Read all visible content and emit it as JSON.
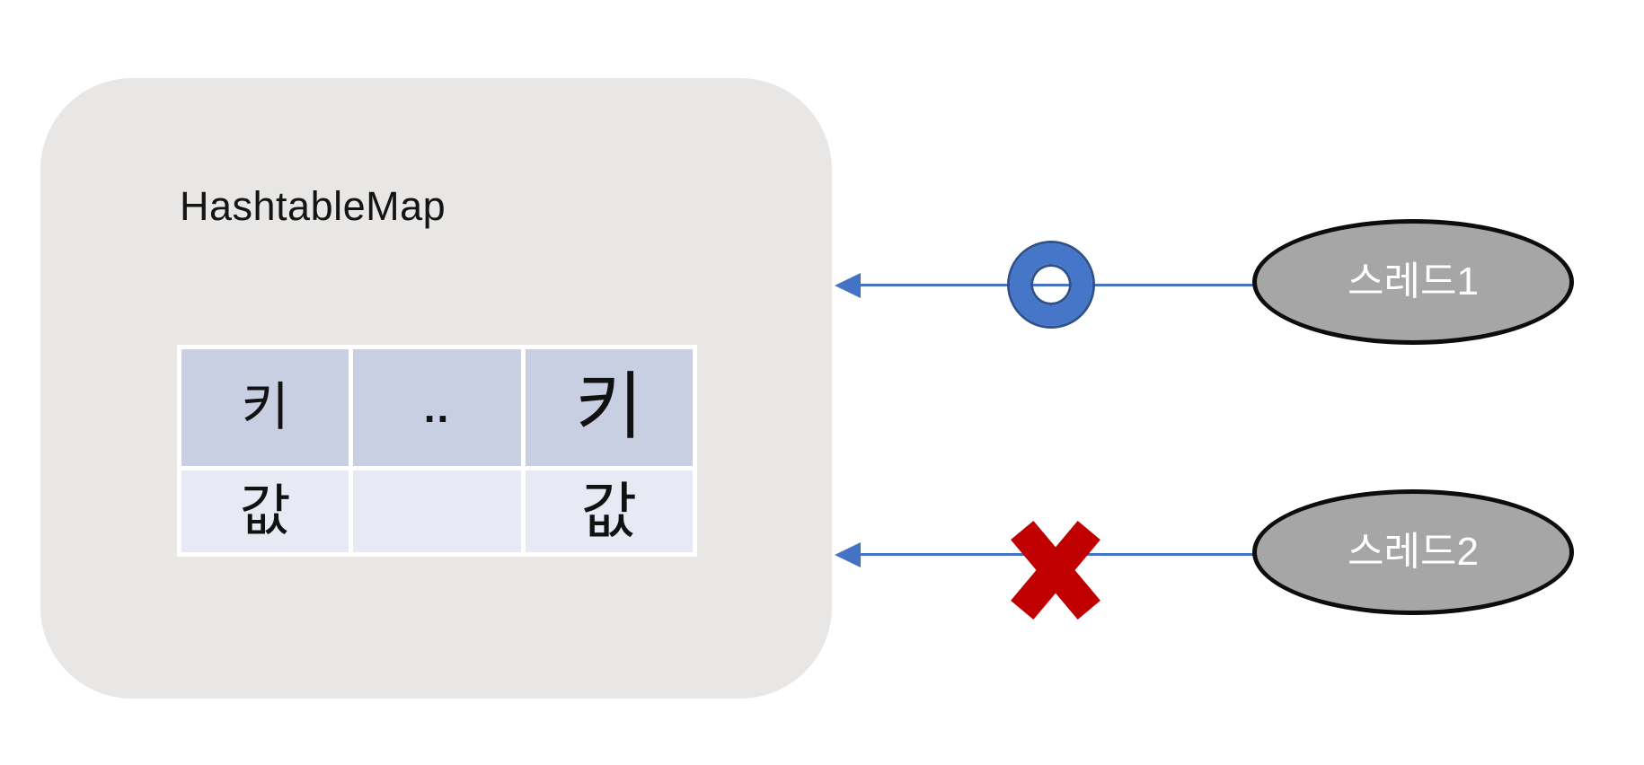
{
  "diagram": {
    "container": {
      "title": "HashtableMap",
      "bg_color": "#e8e7e6"
    },
    "table": {
      "header_cells": [
        "키",
        "..",
        "키"
      ],
      "value_cells": [
        "값",
        "",
        "값"
      ],
      "header_bg": "#c9cfe2",
      "value_bg": "#e7e9f4",
      "border_color": "#ffffff"
    },
    "flows": [
      {
        "thread_label": "스레드1",
        "marker_icon": "o-ring-icon",
        "marker_color": "#4576c8"
      },
      {
        "thread_label": "스레드2",
        "marker_icon": "x-cross-icon",
        "marker_color": "#c00000"
      }
    ],
    "colors": {
      "arrow": "#4472c4",
      "ring_fill": "#4576c8",
      "ring_edge": "#2f528f",
      "cross_red": "#c00000",
      "ellipse_fill": "#a6a6a6",
      "ellipse_border": "#0d0d0d",
      "thread_text": "#ffffff",
      "title_text": "#141414"
    }
  }
}
